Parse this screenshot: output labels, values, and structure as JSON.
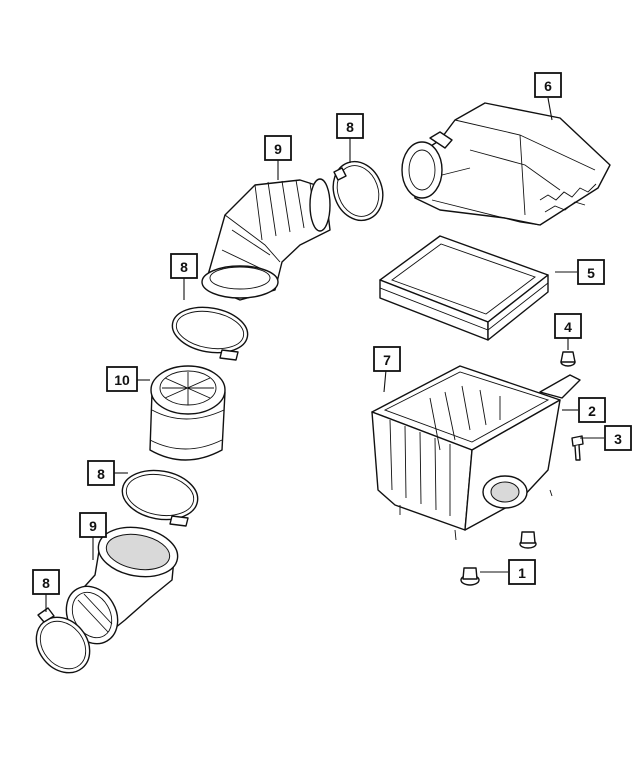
{
  "callouts": {
    "c1": "1",
    "c2": "2",
    "c3": "3",
    "c4": "4",
    "c5": "5",
    "c6": "6",
    "c7": "7",
    "c8a": "8",
    "c8b": "8",
    "c8c": "8",
    "c8d": "8",
    "c9a": "9",
    "c9b": "9",
    "c10": "10"
  }
}
